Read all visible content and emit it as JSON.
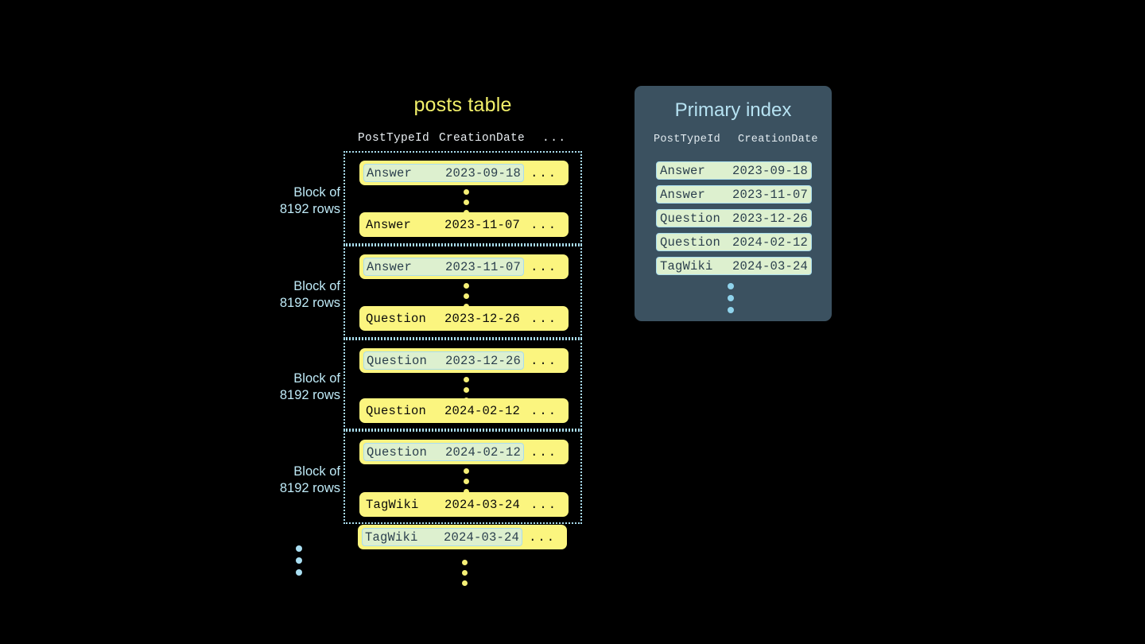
{
  "background_color": "#000000",
  "posts_table": {
    "title": "posts table",
    "title_color": "#f2f06a",
    "columns": [
      "PostTypeId",
      "CreationDate",
      "..."
    ],
    "ellipsis_glyph": "...",
    "blocks": [
      {
        "label": "Block of\n8192 rows",
        "first_row": {
          "post_type_id": "Answer",
          "creation_date": "2023-09-18",
          "more": "...",
          "highlighted": true
        },
        "last_row": {
          "post_type_id": "Answer",
          "creation_date": "2023-11-07",
          "more": "...",
          "highlighted": false
        }
      },
      {
        "label": "Block of\n8192 rows",
        "first_row": {
          "post_type_id": "Answer",
          "creation_date": "2023-11-07",
          "more": "...",
          "highlighted": true
        },
        "last_row": {
          "post_type_id": "Question",
          "creation_date": "2023-12-26",
          "more": "...",
          "highlighted": false
        }
      },
      {
        "label": "Block of\n8192 rows",
        "first_row": {
          "post_type_id": "Question",
          "creation_date": "2023-12-26",
          "more": "...",
          "highlighted": true
        },
        "last_row": {
          "post_type_id": "Question",
          "creation_date": "2024-02-12",
          "more": "...",
          "highlighted": false
        }
      },
      {
        "label": "Block of\n8192 rows",
        "first_row": {
          "post_type_id": "Question",
          "creation_date": "2024-02-12",
          "more": "...",
          "highlighted": true
        },
        "last_row": {
          "post_type_id": "TagWiki",
          "creation_date": "2024-03-24",
          "more": "...",
          "highlighted": false
        }
      }
    ],
    "tail_row": {
      "post_type_id": "TagWiki",
      "creation_date": "2024-03-24",
      "more": "...",
      "highlighted": true
    },
    "row_color": "#fbf57f",
    "highlight_color": "#ddf0cf",
    "highlight_border_color": "#a9dced",
    "block_border_color": "#a9dced",
    "block_label_color": "#bfeaf7",
    "dots_color": "#f5ef76",
    "left_dots_color": "#aadff2"
  },
  "primary_index": {
    "title": "Primary index",
    "title_color": "#b6e2f2",
    "panel_color": "#3b5160",
    "columns": [
      "PostTypeId",
      "CreationDate"
    ],
    "rows": [
      {
        "post_type_id": "Answer",
        "creation_date": "2023-09-18"
      },
      {
        "post_type_id": "Answer",
        "creation_date": "2023-11-07"
      },
      {
        "post_type_id": "Question",
        "creation_date": "2023-12-26"
      },
      {
        "post_type_id": "Question",
        "creation_date": "2024-02-12"
      },
      {
        "post_type_id": "TagWiki",
        "creation_date": "2024-03-24"
      }
    ],
    "row_color": "#ddf0cf",
    "row_border_color": "#a9dced",
    "dots_color": "#8fd3ec"
  }
}
